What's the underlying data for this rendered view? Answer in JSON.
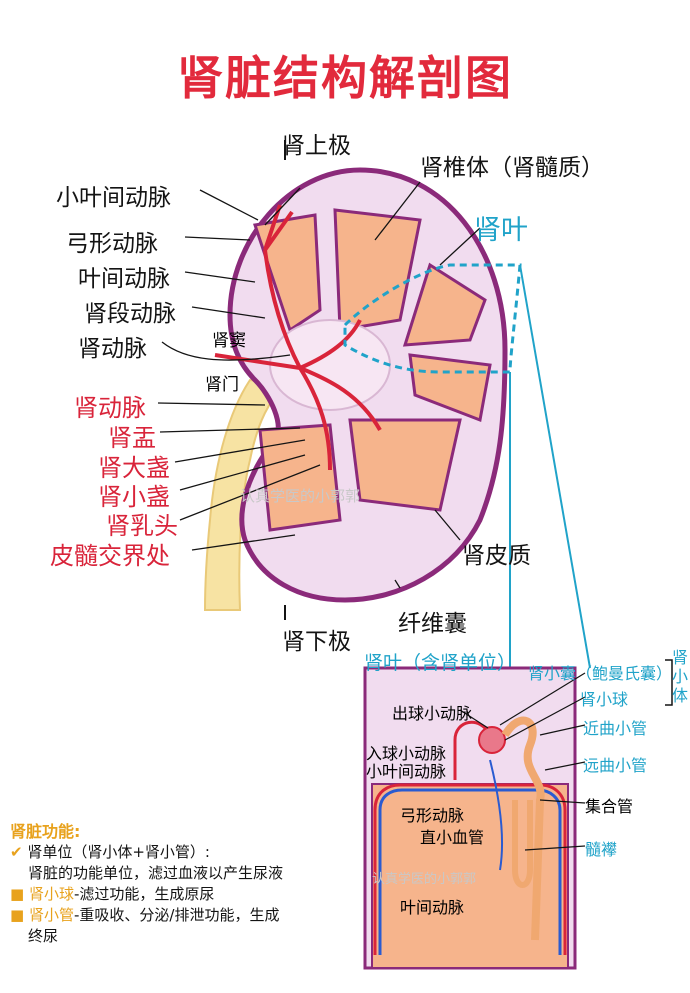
{
  "title": "肾脏结构解剖图",
  "kidney_labels": {
    "upper_pole": "肾上极",
    "lower_pole": "肾下极",
    "pyramid": "肾椎体（肾髓质）",
    "lobe": "肾叶",
    "interlobular_artery": "小叶间动脉",
    "arcuate_artery": "弓形动脉",
    "interlobar_artery": "叶间动脉",
    "segmental_artery": "肾段动脉",
    "renal_artery_top": "肾动脉",
    "renal_sinus": "肾窦",
    "renal_hilum": "肾门",
    "renal_artery_red": "肾动脉",
    "renal_pelvis": "肾盂",
    "major_calyx": "肾大盏",
    "minor_calyx": "肾小盏",
    "papilla": "肾乳头",
    "corticomedullary": "皮髓交界处",
    "cortex": "肾皮质",
    "capsule": "纤维囊"
  },
  "nephron_labels": {
    "section_title": "肾叶（含肾单位）",
    "bowman": "肾小囊（鲍曼氏囊）",
    "glomerulus": "肾小球",
    "renal_corpuscle": "肾小体",
    "efferent": "出球小动脉",
    "afferent": "入球小动脉",
    "interlobular": "小叶间动脉",
    "pct": "近曲小管",
    "dct": "远曲小管",
    "collecting": "集合管",
    "arcuate": "弓形动脉",
    "vasa_recta": "直小血管",
    "medullary_ray": "髓襻",
    "interlobar": "叶间动脉"
  },
  "function_box": {
    "heading": "肾脏功能:",
    "line1": "肾单位（肾小体+肾小管）:",
    "line2": "肾脏的功能单位，滤过血液以产生尿液",
    "line3_key": "肾小球",
    "line3_text": "-滤过功能，生成原尿",
    "line4_key": "肾小管",
    "line4_text": "-重吸收、分泌/排泄功能，生成",
    "line5": "终尿"
  },
  "watermark": "认真学医的小郭郭",
  "colors": {
    "title_red": "#e22a3c",
    "kidney_outline": "#8b2a7a",
    "cortex_fill": "#f1dcef",
    "pyramid_fill": "#f6b48c",
    "artery_red": "#d9243a",
    "ureter_yellow": "#f7e3a3",
    "lobe_blue": "#20a3c9",
    "function_orange": "#e8a21d"
  }
}
